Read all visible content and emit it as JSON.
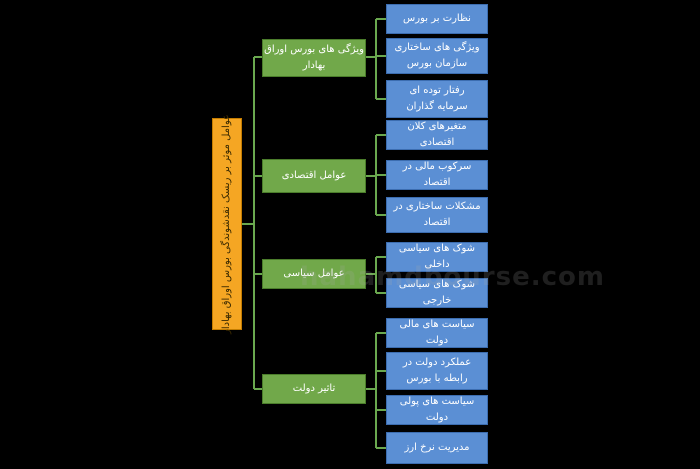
{
  "root": {
    "label": "عوامل موثر بر ریسک نقدشوندگی بورس اوراق بهادار"
  },
  "branches": [
    {
      "label": "ویژگی های بورس اوراق بهادار",
      "leaves": [
        "نظارت بر بورس",
        "ویژگی های ساختاری سازمان بورس",
        "رفتار توده ای سرمایه گذاران"
      ]
    },
    {
      "label": "عوامل اقتصادی",
      "leaves": [
        "متغیرهای کلان اقتصادی",
        "سرکوب مالی در اقتصاد",
        "مشکلات ساختاری در اقتصاد"
      ]
    },
    {
      "label": "عوامل سیاسی",
      "leaves": [
        "شوک های سیاسی داخلی",
        "شوک های سیاسی خارجی"
      ]
    },
    {
      "label": "تاثیر دولت",
      "leaves": [
        "سیاست های مالی دولت",
        "عملکرد دولت در رابطه با بورس",
        "سیاست های پولی دولت",
        "مدیریت نرخ ارز"
      ]
    }
  ],
  "watermark": "hahamdbourse.com",
  "colors": {
    "connector": "#6aa84f",
    "root": "#f5a623",
    "branch": "#71a84a",
    "leaf": "#5b8fd4"
  }
}
